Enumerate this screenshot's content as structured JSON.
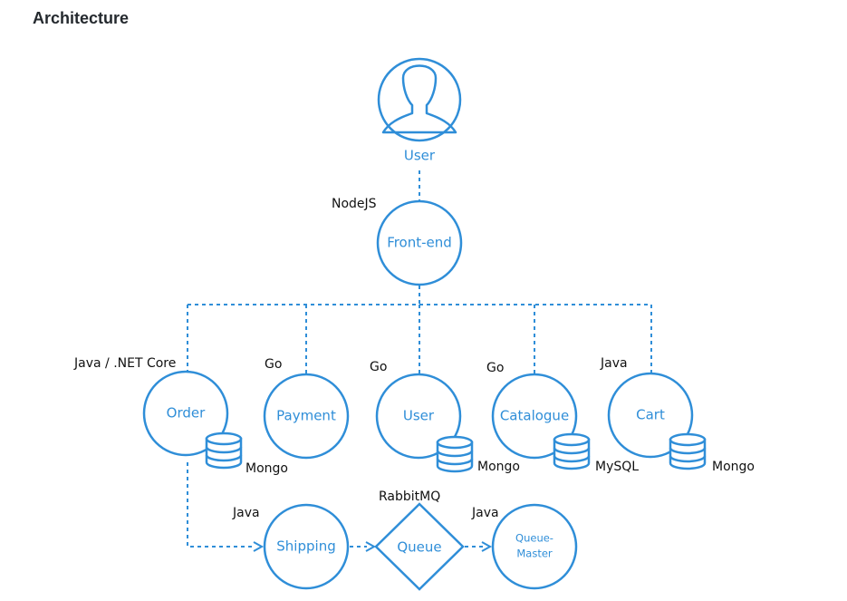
{
  "header": {
    "title": "Architecture"
  },
  "diagram": {
    "user": {
      "label": "User"
    },
    "frontend": {
      "label": "Front-end",
      "tech": "NodeJS"
    },
    "order": {
      "label": "Order",
      "tech": "Java / .NET Core",
      "db": "Mongo"
    },
    "payment": {
      "label": "Payment",
      "tech": "Go"
    },
    "user_service": {
      "label": "User",
      "tech": "Go",
      "db": "Mongo"
    },
    "catalogue": {
      "label": "Catalogue",
      "tech": "Go",
      "db": "MySQL"
    },
    "cart": {
      "label": "Cart",
      "tech": "Java",
      "db": "Mongo"
    },
    "shipping": {
      "label": "Shipping",
      "tech": "Java"
    },
    "queue": {
      "label": "Queue",
      "tech": "RabbitMQ"
    },
    "queue_master": {
      "label_line1": "Queue-",
      "label_line2": "Master",
      "tech": "Java"
    }
  },
  "colors": {
    "accent": "#2f8ed8",
    "text": "#111111",
    "title": "#24292e"
  }
}
